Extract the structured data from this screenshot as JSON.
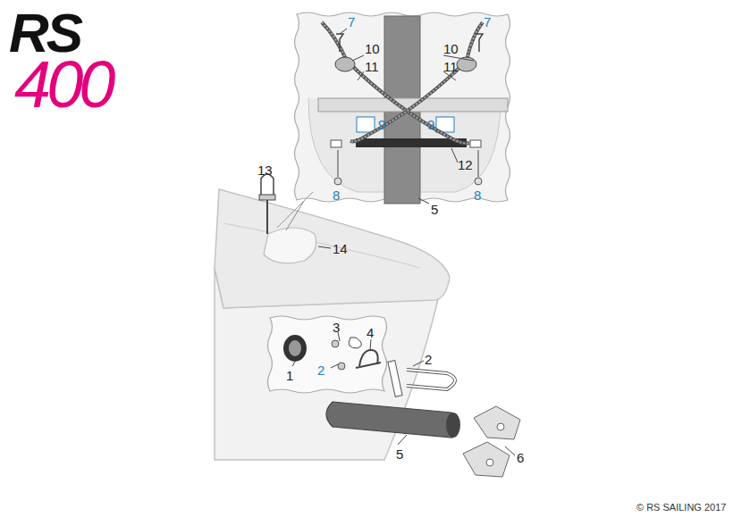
{
  "diagram": {
    "labels": [
      "RS",
      "400",
      "7",
      "7",
      "10",
      "10",
      "11",
      "11",
      "9",
      "9",
      "12",
      "8",
      "8",
      "5",
      "13",
      "14",
      "3",
      "4",
      "1",
      "2",
      "2",
      "5",
      "6",
      "© RS SAILING 2017"
    ]
  }
}
